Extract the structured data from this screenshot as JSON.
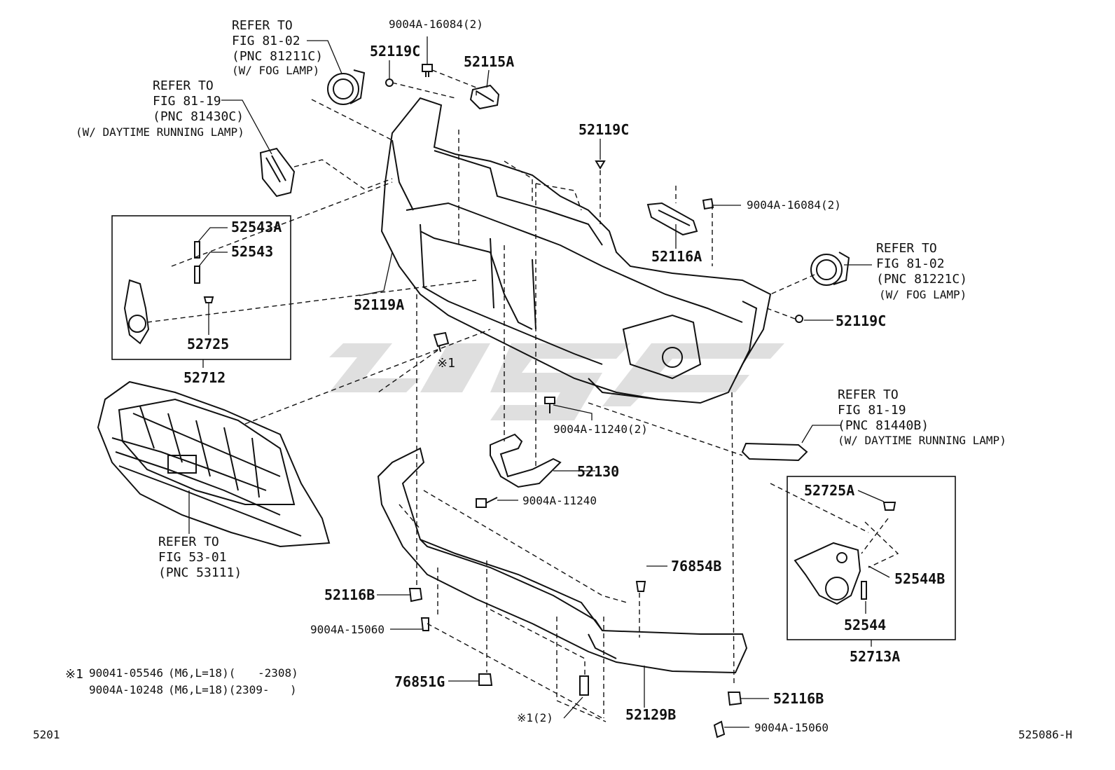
{
  "ref_fog_left": [
    "REFER TO",
    "FIG 81-02",
    "(PNC 81211C)",
    "(W/ FOG LAMP)"
  ],
  "ref_drl_left": [
    "REFER TO",
    "FIG 81-19",
    "(PNC 81430C)",
    "(W/ DAYTIME RUNNING LAMP)"
  ],
  "ref_fog_right": [
    "REFER TO",
    "FIG 81-02",
    "(PNC 81221C)",
    "(W/ FOG LAMP)"
  ],
  "ref_drl_right": [
    "REFER TO",
    "FIG 81-19",
    "(PNC 81440B)",
    "(W/ DAYTIME RUNNING LAMP)"
  ],
  "ref_grille": [
    "REFER TO",
    "FIG 53-01",
    "(PNC 53111)"
  ],
  "parts": {
    "p_9004a_16084_top": "9004A-16084(2)",
    "p_52119c_top": "52119C",
    "p_52115a": "52115A",
    "p_52119c_mid": "52119C",
    "p_9004a_16084_right": "9004A-16084(2)",
    "p_52116a": "52116A",
    "p_52119a": "52119A",
    "p_52119c_right": "52119C",
    "p_52543a": "52543A",
    "p_52543": "52543",
    "p_52725": "52725",
    "p_52712": "52712",
    "p_note1": "※1",
    "p_9004a_11240_2": "9004A-11240(2)",
    "p_52130": "52130",
    "p_9004a_11240": "9004A-11240",
    "p_52725a": "52725A",
    "p_52544b": "52544B",
    "p_52544": "52544",
    "p_52713a": "52713A",
    "p_76854b": "76854B",
    "p_52116b_left": "52116B",
    "p_9004a_15060_left": "9004A-15060",
    "p_76851g": "76851G",
    "p_note1_2": "※1(2)",
    "p_52129b": "52129B",
    "p_52116b_right": "52116B",
    "p_9004a_15060_right": "9004A-15060"
  },
  "footnote": {
    "mark": "※1",
    "line1_part": "90041-05546",
    "line1_spec": "(M6,L=18)(",
    "line1_range": "-2308)",
    "line2_part": "9004A-10248",
    "line2_spec": "(M6,L=18)(2309-",
    "line2_close": ")"
  },
  "page_code_left": "5201",
  "page_code_right": "525086-H"
}
